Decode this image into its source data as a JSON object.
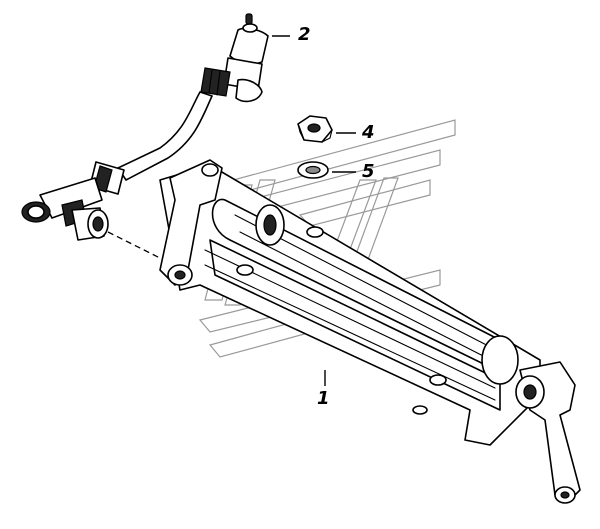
{
  "callouts": {
    "part_1": "1",
    "part_2": "2",
    "part_4": "4",
    "part_5": "5"
  },
  "parts": [
    {
      "ref": "1",
      "icon": "steering-cylinder-assembly-icon"
    },
    {
      "ref": "2",
      "icon": "hydraulic-hose-icon"
    },
    {
      "ref": "4",
      "icon": "hex-nut-icon"
    },
    {
      "ref": "5",
      "icon": "washer-icon"
    }
  ],
  "watermark": {
    "icon": "brand-logo-watermark-icon",
    "color": "#9a9a9a"
  },
  "colors": {
    "ink": "#000000",
    "background": "#ffffff"
  }
}
